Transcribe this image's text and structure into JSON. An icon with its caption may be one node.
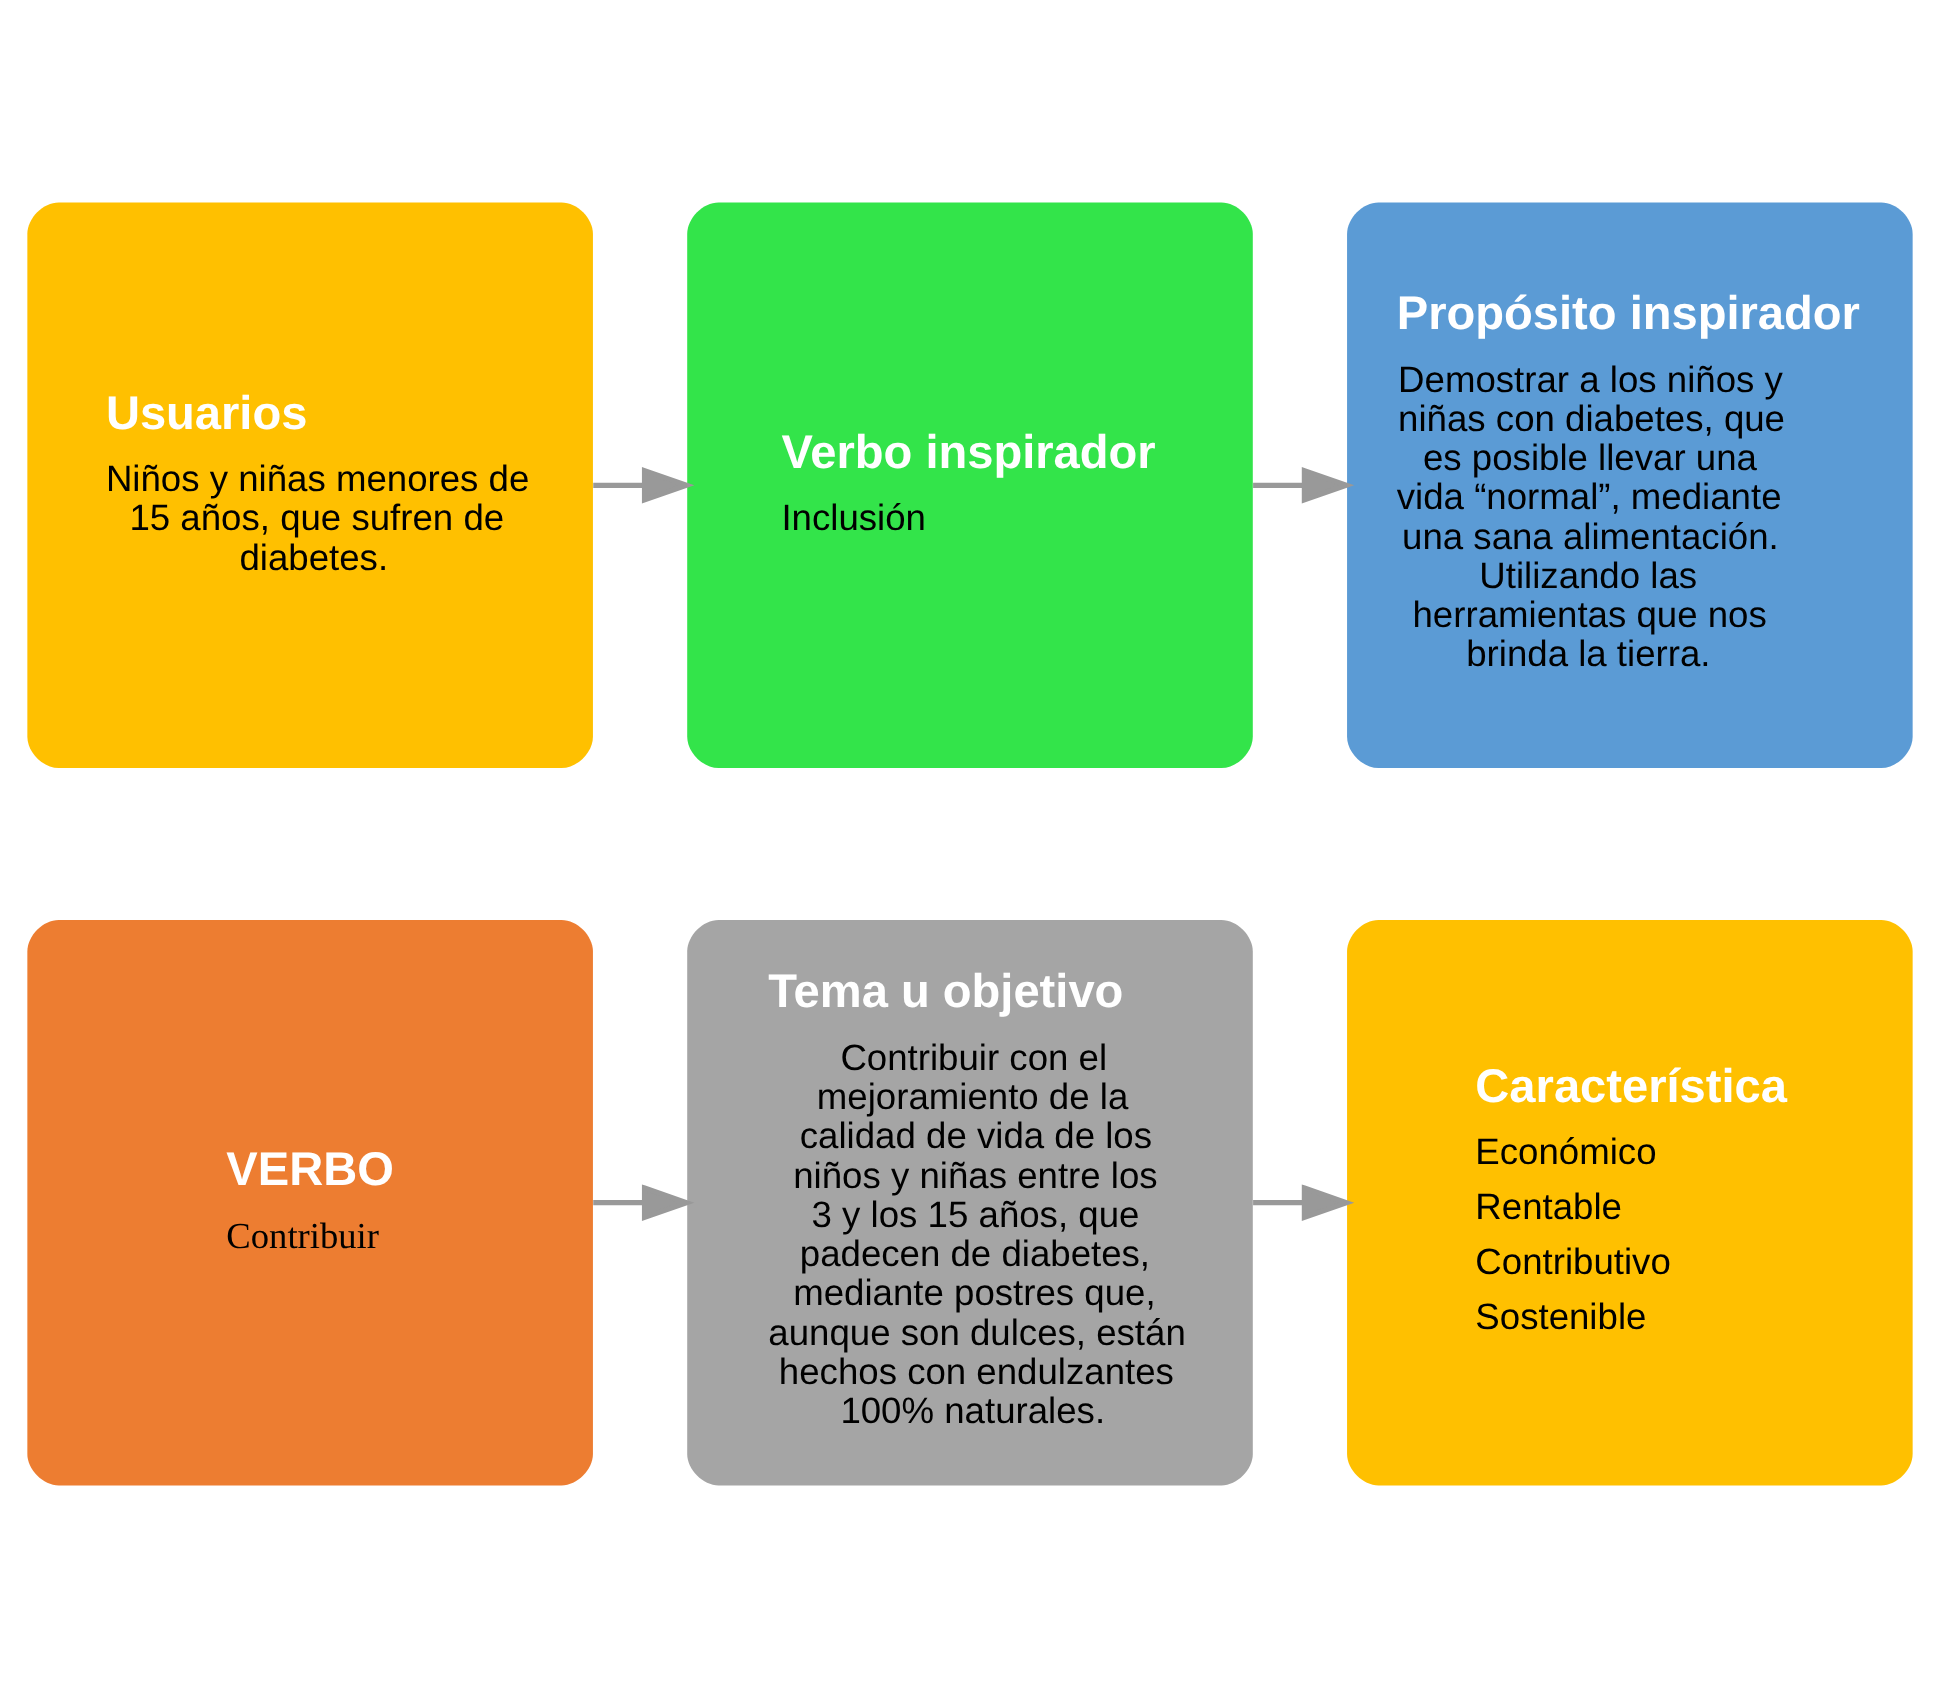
{
  "diagram": {
    "nodes": [
      {
        "text": [
          "VERBO",
          "Contribuir"
        ]
      },
      {
        "text": [
          "Tema u objetivo",
          "Contribuir con el mejoramiento de la calidad de vida de los niños y niñas entre los 3 y los 15 años, que padecen de diabetes, mediante postres que, aunque son dulces, están hechos con endulzantes 100% naturales."
        ]
      },
      {
        "text": [
          "Característica",
          "Económico",
          "Rentable",
          "Contributivo",
          "Sostenible"
        ]
      },
      {
        "text": [
          "Usuarios",
          "Niños y niñas menores de 15 años, que sufren de diabetes."
        ]
      },
      {
        "text": [
          "Verbo inspirador",
          "Inclusión"
        ]
      },
      {
        "text": [
          "Propósito inspirador",
          "Demostrar a los niños y niñas con diabetes, que es posible llevar una vida “normal”, mediante una sana alimentación. Utilizando las herramientas que nos brinda la tierra."
        ]
      }
    ],
    "edges": [
      {
        "from": 0,
        "to": 1,
        "arrow": "to"
      },
      {
        "from": 1,
        "to": 2,
        "arrow": "to"
      },
      {
        "from": 3,
        "to": 4,
        "arrow": "to"
      },
      {
        "from": 4,
        "to": 5,
        "arrow": "to"
      }
    ]
  }
}
